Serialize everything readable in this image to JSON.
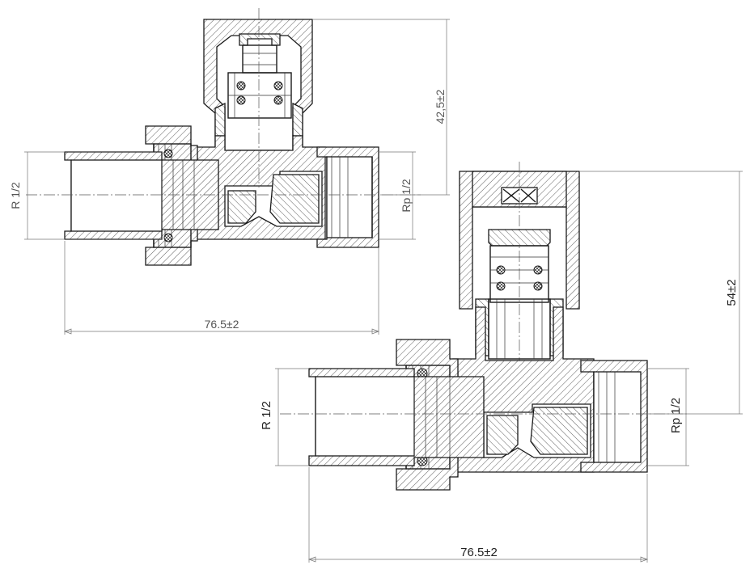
{
  "drawing": {
    "view_top": {
      "dim_length": "76.5±2",
      "dim_height": "42,5±2",
      "thread_inlet": "R 1/2",
      "thread_outlet": "Rp 1/2"
    },
    "view_bottom": {
      "dim_length": "76.5±2",
      "dim_height": "54±2",
      "thread_inlet": "R 1/2",
      "thread_outlet": "Rp 1/2"
    },
    "colors": {
      "line": "#1a1a1a",
      "dimension": "#777777",
      "background": "#ffffff"
    }
  }
}
